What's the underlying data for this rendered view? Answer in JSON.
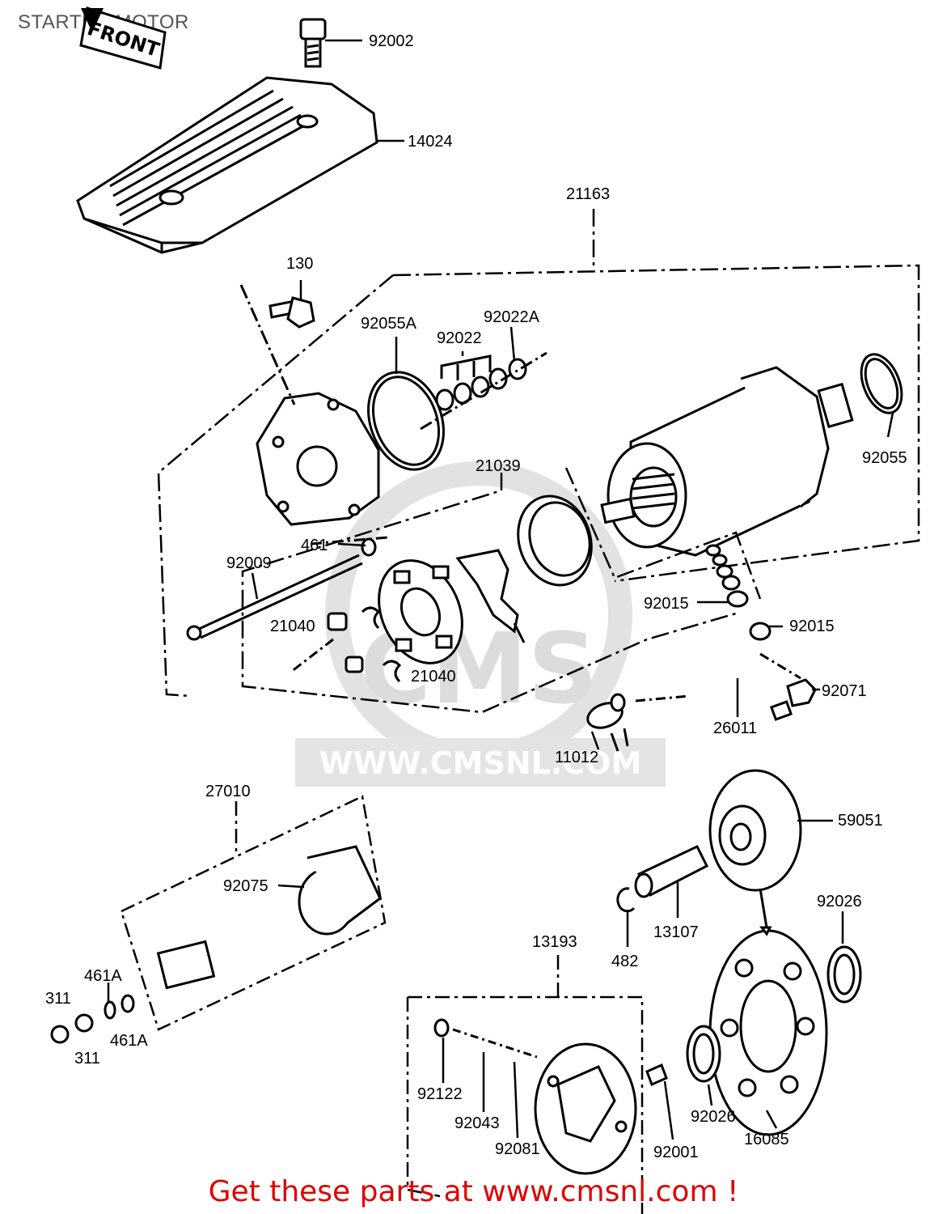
{
  "title": "STARTER MOTOR",
  "footer": "Get these parts at www.cmsnl.com !",
  "watermark": {
    "logo_text": "CMS",
    "url": "WWW.CMSNL.COM"
  },
  "front_tag": "FRONT",
  "colors": {
    "footer": "#e00000",
    "title": "#555555",
    "line": "#000000",
    "watermark": "#dcdcdc"
  },
  "parts": {
    "p92002": "92002",
    "p14024": "14024",
    "p21163": "21163",
    "p130": "130",
    "p92055A": "92055A",
    "p92022A": "92022A",
    "p92022": "92022",
    "p92055": "92055",
    "p21039": "21039",
    "p461": "461",
    "p92009": "92009",
    "p92015a": "92015",
    "p92015b": "92015",
    "p21040a": "21040",
    "p21040b": "21040",
    "p92071": "92071",
    "p26011": "26011",
    "p11012": "11012",
    "p27010": "27010",
    "p59051": "59051",
    "p92075": "92075",
    "p92026a": "92026",
    "p13107": "13107",
    "p482": "482",
    "p13193": "13193",
    "p461Aa": "461A",
    "p461Ab": "461A",
    "p311a": "311",
    "p311b": "311",
    "p92122": "92122",
    "p92043": "92043",
    "p92081": "92081",
    "p92001": "92001",
    "p92026b": "92026",
    "p16085": "16085"
  }
}
